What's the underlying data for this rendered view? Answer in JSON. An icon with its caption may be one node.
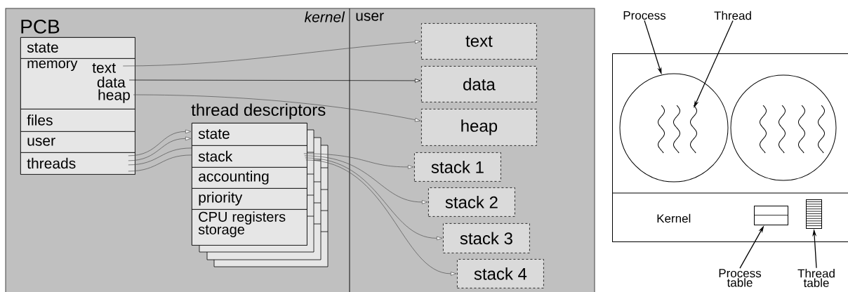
{
  "diagram": {
    "nodes": [
      {
        "text": [
          "PCB"
        ]
      },
      {
        "text": [
          "state"
        ],
        "in": 0
      },
      {
        "text": [
          "memory"
        ],
        "in": 0
      },
      {
        "text": [
          "text"
        ],
        "in": 2
      },
      {
        "text": [
          "data"
        ],
        "in": 2
      },
      {
        "text": [
          "heap"
        ],
        "in": 2
      },
      {
        "text": [
          "files"
        ],
        "in": 0
      },
      {
        "text": [
          "user"
        ],
        "in": 0
      },
      {
        "text": [
          "threads"
        ],
        "in": 0
      },
      {
        "text": [
          "thread descriptors"
        ]
      },
      {
        "text": [
          "state"
        ],
        "in": 9
      },
      {
        "text": [
          "stack"
        ],
        "in": 9
      },
      {
        "text": [
          "accounting"
        ],
        "in": 9
      },
      {
        "text": [
          "priority"
        ],
        "in": 9
      },
      {
        "text": [
          "CPU registers storage"
        ],
        "in": 9
      },
      {
        "text": [
          "text"
        ]
      },
      {
        "text": [
          "data"
        ]
      },
      {
        "text": [
          "heap"
        ]
      },
      {
        "text": [
          "stack 1"
        ]
      },
      {
        "text": [
          "stack 2"
        ]
      },
      {
        "text": [
          "stack 3"
        ]
      },
      {
        "text": [
          "stack 4"
        ]
      },
      {
        "text": [],
        "shape": "box"
      },
      {
        "text": [
          "Kernel"
        ],
        "in": 22
      },
      {
        "text": [],
        "shape": "table",
        "in": 23
      },
      {
        "text": [],
        "shape": "table",
        "in": 23
      },
      {
        "text": [],
        "shape": "circle",
        "in": 22
      },
      {
        "text": [],
        "shape": "circle",
        "in": 22
      },
      {
        "text": [],
        "shape": "squiggle",
        "in": 26
      },
      {
        "text": [],
        "shape": "squiggle",
        "in": 26
      },
      {
        "text": [],
        "shape": "squiggle",
        "in": 26
      },
      {
        "text": [],
        "shape": "squiggle",
        "in": 27
      },
      {
        "text": [],
        "shape": "squiggle",
        "in": 27
      },
      {
        "text": [],
        "shape": "squiggle",
        "in": 27
      },
      {
        "text": [],
        "shape": "squiggle",
        "in": 27
      },
      {
        "text": [
          "Process"
        ]
      },
      {
        "text": [
          "Thread"
        ]
      },
      {
        "text": [
          "Process table"
        ]
      },
      {
        "text": [
          "Thread table"
        ]
      }
    ],
    "edges": [
      {
        "from": 3,
        "to": 15,
        "arrow": "to"
      },
      {
        "from": 4,
        "to": 16,
        "arrow": "to",
        "color": "#000000"
      },
      {
        "from": 5,
        "to": 17,
        "arrow": "to"
      },
      {
        "from": 8,
        "to": 10,
        "arrow": "to"
      },
      {
        "from": 8,
        "to": 10,
        "arrow": "to"
      },
      {
        "from": 8,
        "to": 11,
        "arrow": "none"
      },
      {
        "from": 8,
        "to": 11,
        "arrow": "none"
      },
      {
        "from": 11,
        "to": 18,
        "arrow": "to"
      },
      {
        "from": 11,
        "to": 19,
        "arrow": "to"
      },
      {
        "from": 11,
        "to": 20,
        "arrow": "to"
      },
      {
        "from": 11,
        "to": 21,
        "arrow": "to"
      },
      {
        "from": 35,
        "to": 26,
        "arrow": "to",
        "color": "#000000"
      },
      {
        "from": 36,
        "to": 30,
        "arrow": "to",
        "color": "#000000"
      },
      {
        "from": 37,
        "to": 24,
        "arrow": "to",
        "color": "#000000"
      },
      {
        "from": 38,
        "to": 25,
        "arrow": "to",
        "color": "#000000"
      }
    ],
    "labels": [
      "kernel",
      "user"
    ]
  }
}
